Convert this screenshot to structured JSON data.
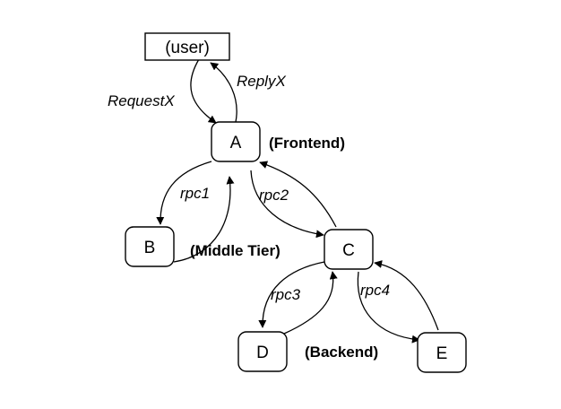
{
  "diagram": {
    "nodes": {
      "user": "(user)",
      "a": "A",
      "b": "B",
      "c": "C",
      "d": "D",
      "e": "E"
    },
    "edges": {
      "request": "RequestX",
      "reply": "ReplyX",
      "rpc1": "rpc1",
      "rpc2": "rpc2",
      "rpc3": "rpc3",
      "rpc4": "rpc4"
    },
    "tiers": {
      "frontend": "(Frontend)",
      "middle": "(Middle Tier)",
      "backend": "(Backend)"
    }
  }
}
